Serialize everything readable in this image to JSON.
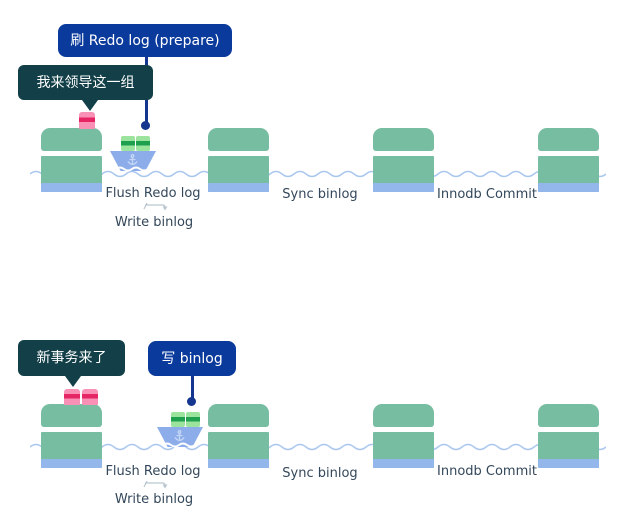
{
  "top_scene": {
    "bubble_blue": "刷 Redo log (prepare)",
    "bubble_teal": "我来领导这一组",
    "labels": {
      "flush": "Flush Redo log",
      "write": "Write binlog",
      "sync": "Sync binlog",
      "commit": "Innodb Commit"
    }
  },
  "bottom_scene": {
    "bubble_teal": "新事务来了",
    "bubble_blue": "写 binlog",
    "labels": {
      "flush": "Flush Redo log",
      "write": "Write binlog",
      "sync": "Sync binlog",
      "commit": "Innodb Commit"
    }
  },
  "colors": {
    "bubble_blue": "#0a3a9c",
    "bubble_teal": "#123f48",
    "pier_green": "#76bda1",
    "pier_base_blue": "#93b7eb",
    "water_line": "#a9c7ef",
    "boat_hull": "#8cade9",
    "cargo_green_light": "#9ce49d",
    "cargo_green_dark": "#1fa04e",
    "block_pink_light": "#f990b6",
    "block_pink_dark": "#e52564",
    "connector_navy": "#14368f",
    "label_text": "#33475a"
  }
}
